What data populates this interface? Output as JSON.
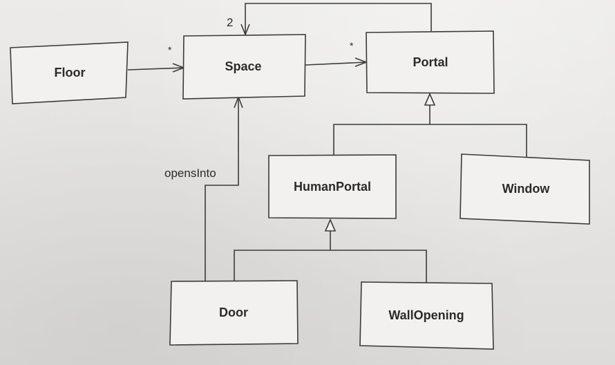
{
  "classes": {
    "floor": "Floor",
    "space": "Space",
    "portal": "Portal",
    "human_portal": "HumanPortal",
    "window": "Window",
    "door": "Door",
    "wall_opening": "WallOpening"
  },
  "associations": {
    "floor_space_multiplicity": "*",
    "space_portal_multiplicity": "*",
    "portal_space_multiplicity": "2",
    "door_space_role": "opensInto"
  }
}
